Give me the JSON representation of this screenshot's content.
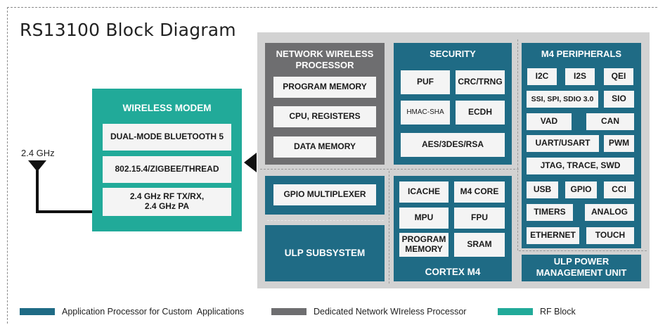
{
  "title": "RS13100 Block Diagram",
  "antenna_label": "2.4 GHz",
  "wireless_modem": {
    "title": "WIRELESS MODEM",
    "items": [
      "DUAL-MODE BLUETOOTH 5",
      "802.15.4/ZIGBEE/THREAD",
      "2.4 GHz RF TX/RX,\n2.4 GHz PA"
    ]
  },
  "nwp": {
    "title": "NETWORK WIRELESS\nPROCESSOR",
    "items": [
      "PROGRAM MEMORY",
      "CPU, REGISTERS",
      "DATA MEMORY"
    ]
  },
  "security": {
    "title": "SECURITY",
    "items": [
      "PUF",
      "CRC/TRNG",
      "HMAC-SHA",
      "ECDH",
      "AES/3DES/RSA"
    ]
  },
  "m4_peripherals": {
    "title": "M4 PERIPHERALS",
    "items": [
      "I2C",
      "I2S",
      "QEI",
      "SSI, SPI, SDIO 3.0",
      "SIO",
      "VAD",
      "CAN",
      "UART/USART",
      "PWM",
      "JTAG, TRACE, SWD",
      "USB",
      "GPIO",
      "CCI",
      "TIMERS",
      "ANALOG",
      "ETHERNET",
      "TOUCH"
    ]
  },
  "gpio_mux": "GPIO MULTIPLEXER",
  "ulp_subsystem": "ULP SUBSYSTEM",
  "cortex": {
    "title": "CORTEX M4",
    "items": [
      "ICACHE",
      "M4 CORE",
      "MPU",
      "FPU",
      "PROGRAM\nMEMORY",
      "SRAM"
    ]
  },
  "ulp_pmu": "ULP POWER\nMANAGEMENT UNIT",
  "legend": [
    {
      "label": "Application Processor for Custom  Applications",
      "color": "#1f6b85"
    },
    {
      "label": "Dedicated Network WIreless Processor",
      "color": "#6e6e70"
    },
    {
      "label": "RF Block",
      "color": "#21aa99"
    }
  ],
  "colors": {
    "app_processor": "#1f6b85",
    "network_processor": "#6e6e70",
    "rf_block": "#21aa99",
    "panel": "#d2d2d2"
  }
}
